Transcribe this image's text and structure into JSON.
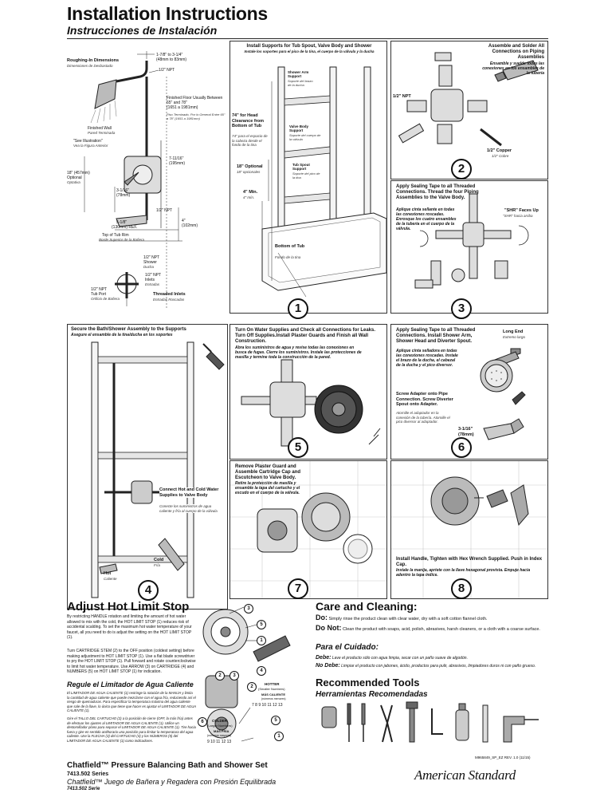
{
  "header": {
    "title": "Installation Instructions",
    "subtitle": "Instrucciones de Instalación"
  },
  "roughing": {
    "title": "Roughing-In Dimensions",
    "title_es": "Dimensiones de Desbastado",
    "d1": "1-7/8\" to 3-1/4\"",
    "d1b": "(48mm to 83mm)",
    "npt1": "1/2\" NPT",
    "floor": "Finished Floor Usually Between 65\" and 78\"",
    "floor_mm": "(1651 a 1981mm)",
    "floor_es": "Piso Terminado, Por lo General Entre 65\" a 78\" (1651 a 1981mm)",
    "wall": "Finished Wall",
    "wall_es": "Pared Terminada",
    "illus": "\"See Illustration\"",
    "illus_es": "Vea la Figura Anterior",
    "d2": "7-11/16\"",
    "d2b": "(195mm)",
    "d3": "18\" (457mm)",
    "d3b": "Optional",
    "d3c": "Optativa",
    "d4": "3-1/16\"",
    "d4b": "(78mm)",
    "d5": "5-1/8\"",
    "d5b": "(130mm) REF.",
    "npt2": "1/2\" NPT",
    "d6": "4\"",
    "d6b": "(102mm)",
    "rim": "Top of Tub Rim",
    "rim_es": "Borde Superior de la Bañera",
    "shower_npt": "1/2\" NPT",
    "shower": "Shower",
    "shower_es": "Ducha",
    "inlets_npt": "1/2\" NPT",
    "inlets": "Inlets",
    "inlets_es": "Entradas",
    "tub_npt": "1/2\" NPT",
    "tub": "Tub Port",
    "tub_es": "Orificio de Bañera",
    "threaded": "Threaded Inlets",
    "threaded_es": "Entradas Roscadas"
  },
  "step1": {
    "num": "1",
    "head": "Install Supports for Tub Spout, Valve Body and Shower",
    "head_es": "Instale los soportes para el pico de la tina, el cuerpo de la válvula y la ducha",
    "arm": "Shower Arm Support",
    "arm_es": "Soporte del brazo de la ducha",
    "clear": "74\" for Head Clearance from Bottom of Tub",
    "clear_es": "74\" para el espacio de la cabeza desde el fondo de la tina",
    "valve": "Valve Body Support",
    "valve_es": "Soporte del cuerpo de la válvula",
    "opt": "18\" Optional",
    "opt_es": "18\" opcionales",
    "spout": "Tub Spout Support",
    "spout_es": "Soporte del pico de la tina",
    "min": "4\" Min.",
    "min_es": "4\" mín.",
    "bottom": "Bottom of Tub",
    "bottom_es": "Fondo de la tina"
  },
  "step2": {
    "num": "2",
    "head": "Assemble and Solder All Connections on Piping Assemblies",
    "head_es": "Ensamble y suelde todas las conexiones en los ensambles de la tubería",
    "npt": "1/2\" NPT",
    "copper": "1/2\" Copper",
    "copper_es": "1/2\" Cobre"
  },
  "step3": {
    "num": "3",
    "head": "Apply Sealing Tape to all Threaded Connections. Thread the four Piping Assemblies to the Valve Body.",
    "head_es": "Aplique cinta sellante en todas las conexiones roscadas. Enrosque los cuatro ensambles de la tubería en el cuerpo de la válvula.",
    "shr": "\"SHR\" Faces Up",
    "shr_es": "\"SHR\" hacia arriba"
  },
  "step4": {
    "num": "4",
    "head": "Secure the Bath/Shower Assembly to the Supports",
    "head_es": "Asegure el ensamble de la tina/ducha en los soportes",
    "connect": "Connect Hot and Cold Water Supplies to Valve Body",
    "connect_es": "Conecte los suministros de agua caliente y fría al cuerpo de la válvula",
    "cold": "Cold",
    "cold_es": "Fría",
    "hot": "Hot",
    "hot_es": "Caliente"
  },
  "step5": {
    "num": "5",
    "head": "Turn On Water Supplies and Check all Connections for Leaks. Turn Off Supplies.Install Plaster Guards and Finish all Wall Construction.",
    "head_es": "Abra los suministros de agua y revise todas las conexiones en busca de fugas. Cierre los suministros. Instale las protecciones de masilla y termine toda la construcción de la pared."
  },
  "step6": {
    "num": "6",
    "head": "Apply Sealing Tape to all Threaded Connections. Install Shower Arm, Shower Head and Diverter Spout.",
    "head_es": "Aplique cinta selladora en todas las conexiones roscadas. Instale el brazo de la ducha, el cabezal de la ducha y el pico diversor.",
    "long": "Long End",
    "long_es": "Extremo largo",
    "screw": "Screw Adapter onto Pipe Connection. Screw Diverter Spout onto Adapter.",
    "screw_es": "Atornille el adaptador en la conexión de la tubería. Atornille el pico diversor al adaptador.",
    "dim": "3-1/16\"",
    "dim_b": "(78mm)"
  },
  "step7": {
    "num": "7",
    "head": "Remove Plaster Guard and Assemble Cartridge Cap and Escutcheon to Valve Body.",
    "head_es": "Retire la protección de masilla y ensamble la tapa del cartucho y el escudo en el cuerpo de la válvula."
  },
  "step8": {
    "num": "8",
    "head": "Install Handle, Tighten with Hex Wrench Supplied. Push in Index Cap.",
    "head_es": "Instale la manija, apriete con la llave hexagonal provista. Empuje hacia adentro la tapa índice."
  },
  "hotlimit": {
    "title": "Adjust Hot Limit Stop",
    "p1": "By restricting HANDLE rotation and limiting the amount of hot water allowed to mix with the cold, the HOT LIMIT STOP (1) reduces risk of accidental scalding. To set the maximum hot water temperature of your faucet, all you need to do is adjust the setting on the HOT LIMIT STOP (1).",
    "p2": "Turn CARTRIDGE STEM (2) to the OFF position (coldest setting) before making adjustment to HOT LIMIT STOP (1). Use a flat blade screwdriver to pry the HOT LIMIT STOP (1). Pull forward and rotate counterclockwise to limit hot water temperature. Use ARROW (3) on CARTRIDGE (4) and NUMBERS (5) on HOT LIMIT STOP (1) for indication.",
    "title_es": "Regule el Limitador de Agua Caliente",
    "p3": "El LIMITADOR DE AGUA CALIENTE (1) restringe la rotación de la MANIJA y limita la cantidad de agua caliente que puede mezclarse con el agua fría, reduciendo así el riesgo de quemaduras. Para especificar la temperatura máxima del agua caliente que sale de la llave, lo único que tiene que hacer es ajustar el LIMITADOR DE AGUA CALIENTE (1).",
    "p4": "Gire el TALLO DEL CARTUCHO (2) a la posición de cierre (OFF, la más fría) antes de efectuar los ajustes al LIMITADOR DE AGUA CALIENTE (1). Utilice un destornillador plano para separar el LIMITADOR DE AGUA CALIENTE (1). Tire hacia fuera y gire en sentido antihorario una posición para limitar la temperatura del agua caliente. Use la FLECHA (3) del CARTUCHO (4) y los NÚMEROS (5) del LIMITADOR DE AGUA CALIENTE (1) como indicadores.",
    "c1": "1",
    "c2": "2",
    "c3": "3",
    "c4": "4",
    "c5": "5",
    "c2b": "2",
    "c3b": "3",
    "c5b": "5",
    "c6": "6",
    "c1b": "1",
    "hotter": "HOTTER",
    "hotter_b": "(Smaller Numbers)",
    "hotter_es": "MÁS CALIENTE",
    "hotter_es_b": "(números menores)",
    "scale_top": "7 8 9 10 11 12 13",
    "colder": "COLDER",
    "colder_b": "(Larger Numbers)",
    "colder_es": "MÁS FRÍA",
    "colder_es_b": "(números mayores)",
    "scale_bot": "9 10 11 12 13"
  },
  "care": {
    "title": "Care and Cleaning:",
    "do_label": "Do:",
    "do_text": "Simply rinse the product clean with clear water, dry with a soft cotton flannel cloth.",
    "dont_label": "Do Not:",
    "dont_text": "Clean the product with soaps, acid, polish, abrasives, harsh cleaners, or a cloth with a coarse surface.",
    "title_es": "Para el Cuidado:",
    "do_es_label": "Debe:",
    "do_es_text": "Lave el producto sólo con agua limpia, secar con un paño suave de algodón.",
    "dont_es_label": "No Debe:",
    "dont_es_text": "Limpiar el producto con jabones, ácido, productos para pulir, abrasivos, limpiadores duros ni con paño grueso.",
    "tools": "Recommended Tools",
    "tools_es": "Herramientas Recomendadas"
  },
  "footer": {
    "code": "M965849_SP_EZ REV. 1.0 (11/15)",
    "product": "Chatfield™ Pressure Balancing Bath and Shower Set",
    "series": "7413.502 Series",
    "product_es": "Chatfield™ Juego de Bañera y Regadera con Presión Equilibrada",
    "series_es": "7413.502 Serie",
    "brand": "American Standard"
  }
}
